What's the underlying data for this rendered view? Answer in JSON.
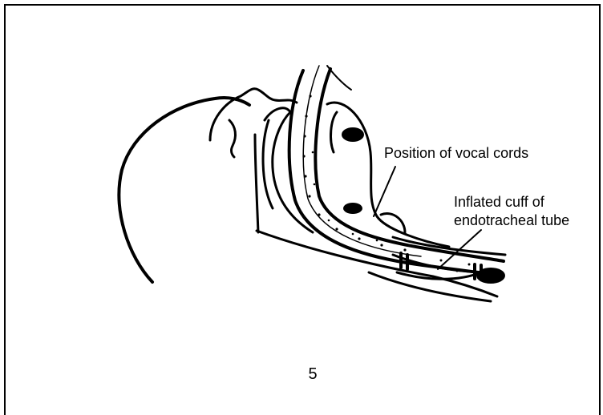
{
  "labels": {
    "vocal_cords": "Position of vocal cords",
    "cuff_line1": "Inflated cuff of",
    "cuff_line2": "endotracheal tube"
  },
  "page_number": "5"
}
